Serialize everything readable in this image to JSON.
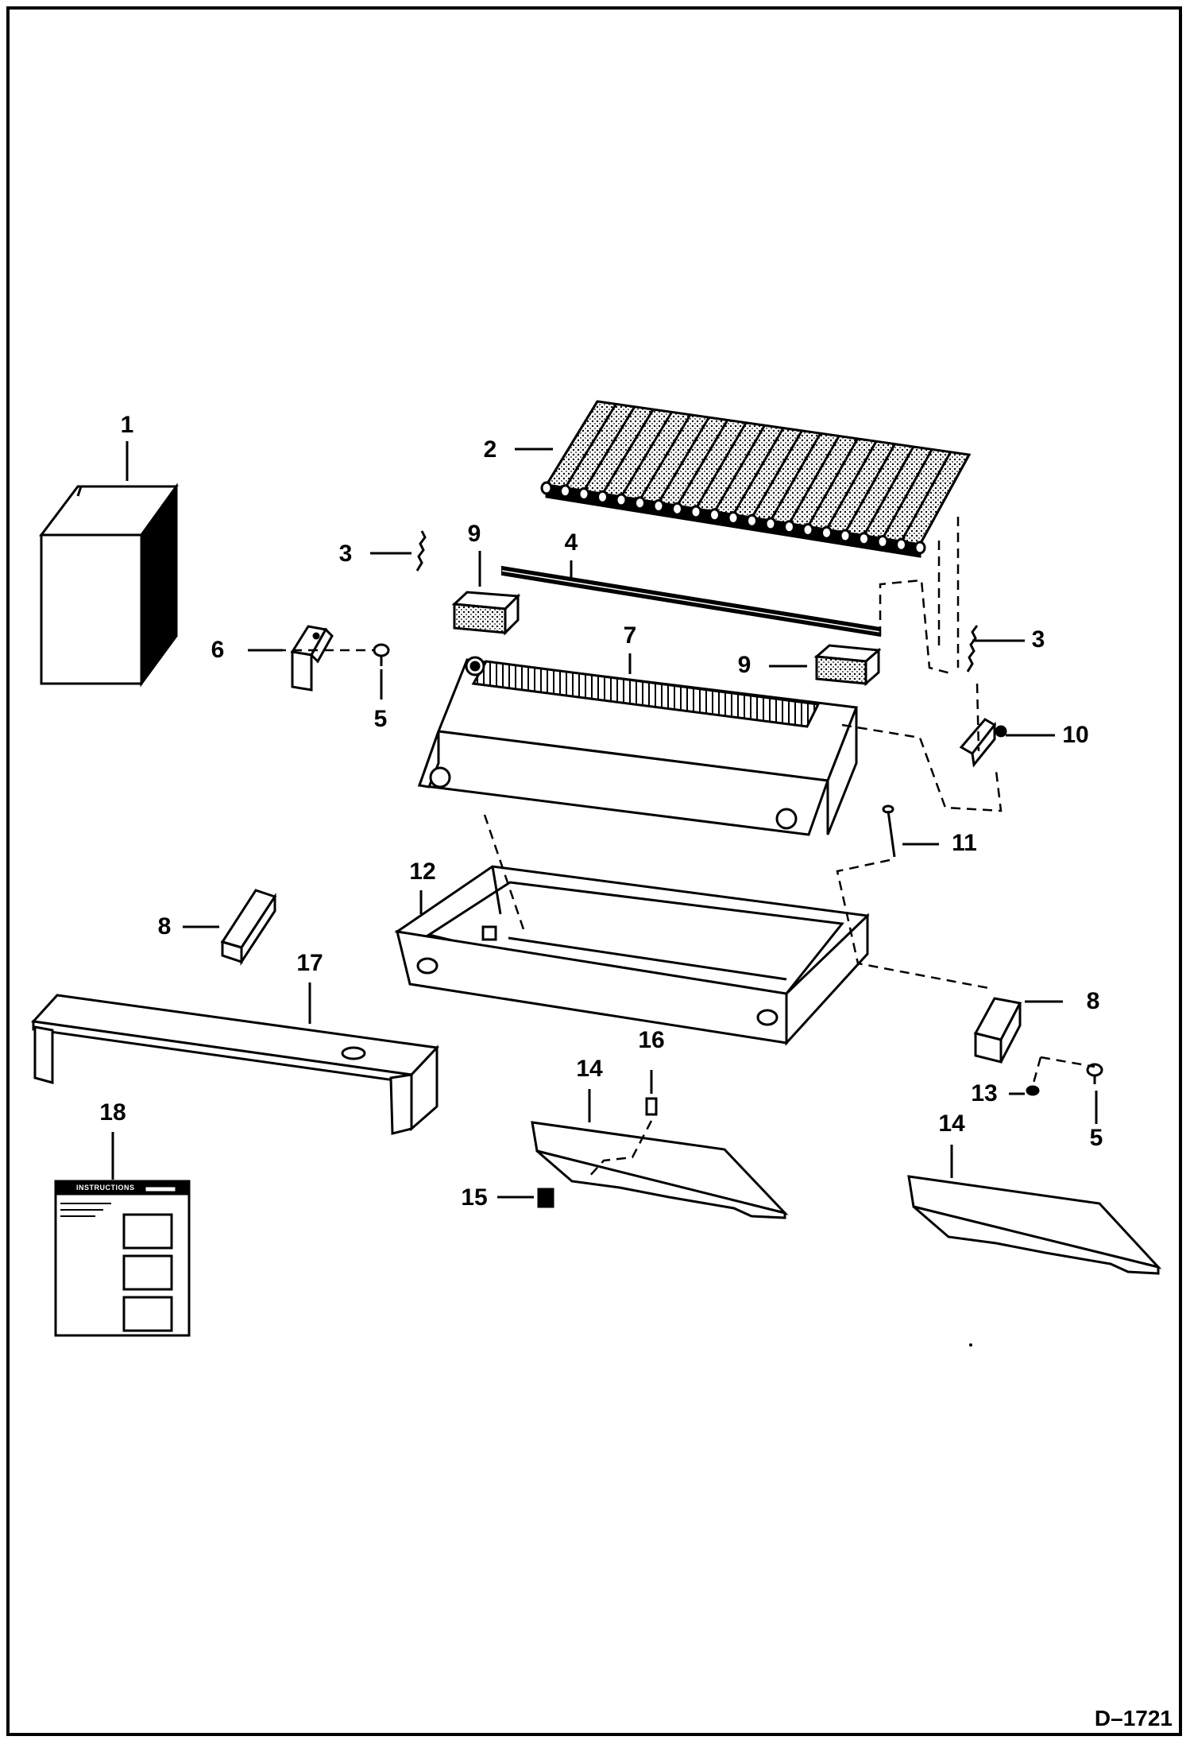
{
  "figure_id": "D–1721",
  "callouts": {
    "c1": "1",
    "c2": "2",
    "c3a": "3",
    "c3b": "3",
    "c4": "4",
    "c5a": "5",
    "c5b": "5",
    "c6": "6",
    "c7": "7",
    "c8a": "8",
    "c8b": "8",
    "c9a": "9",
    "c9b": "9",
    "c10": "10",
    "c11": "11",
    "c12": "12",
    "c13": "13",
    "c14a": "14",
    "c14b": "14",
    "c15": "15",
    "c16": "16",
    "c17": "17",
    "c18": "18"
  },
  "instruction_sheet": {
    "heading": "INSTRUCTIONS"
  }
}
